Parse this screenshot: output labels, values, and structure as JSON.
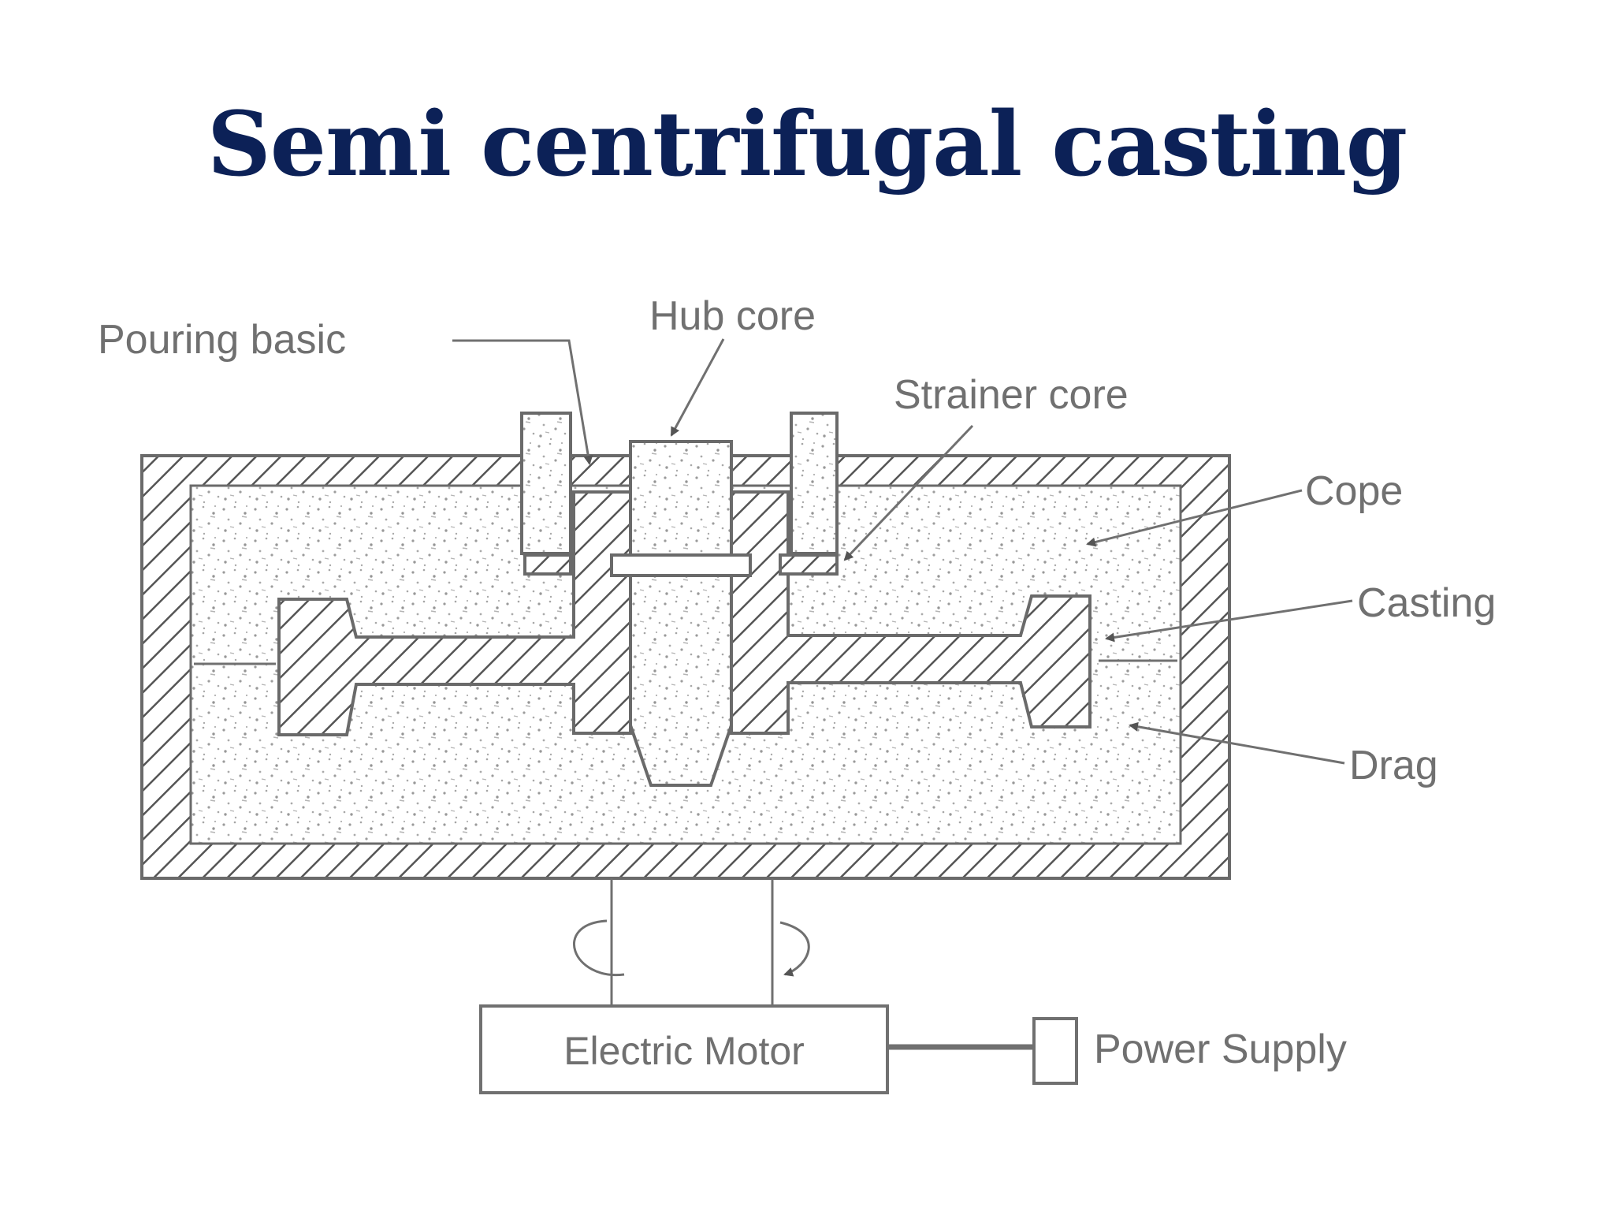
{
  "title": "Semi centrifugal casting",
  "labels": {
    "pouring_basin": "Pouring basic",
    "hub_core": "Hub core",
    "strainer_core": "Strainer core",
    "cope": "Cope",
    "casting": "Casting",
    "drag": "Drag",
    "electric_motor": "Electric Motor",
    "power_supply": "Power Supply"
  },
  "colors": {
    "title": "#0c2157",
    "line": "#707070"
  }
}
